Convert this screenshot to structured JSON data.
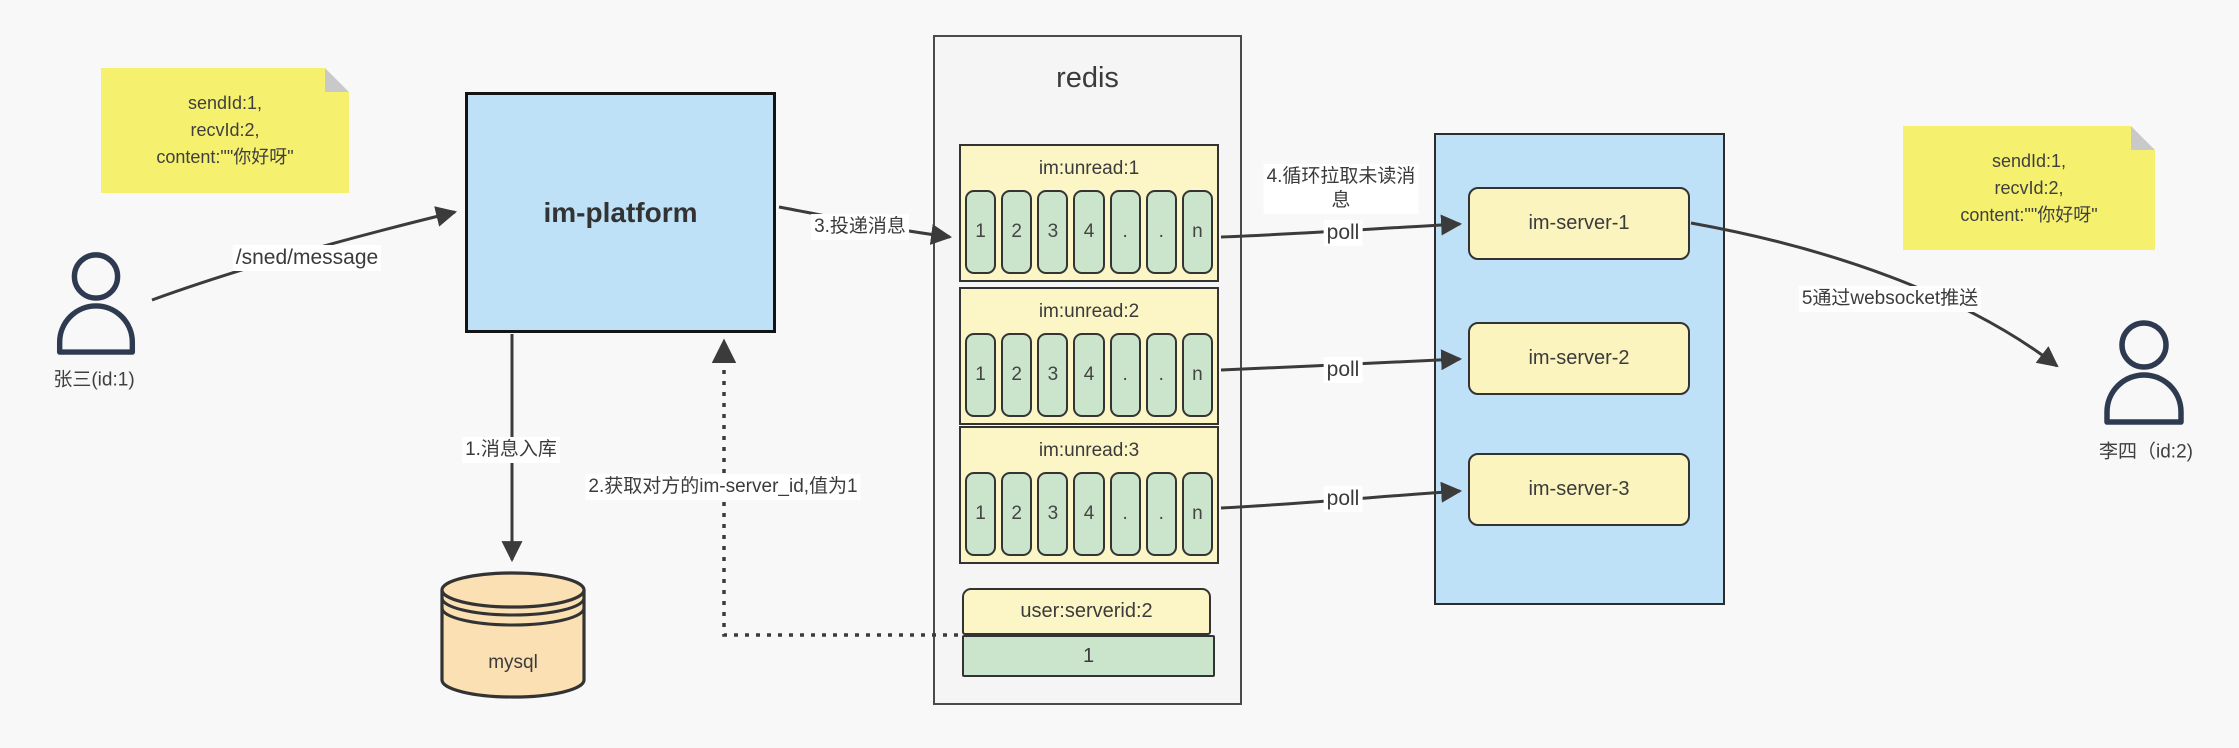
{
  "colors": {
    "canvas_bg": "#f8f8f8",
    "blue_fill": "#bee1f8",
    "yellow_fill": "#fcf5c5",
    "green_fill": "#cbe5cc",
    "sticky_fill": "#f5f06e",
    "mysql_fill": "#fbe0b4",
    "arrow": "#3b3b3b"
  },
  "sender": {
    "label": "张三(id:1)"
  },
  "receiver": {
    "label": "李四（id:2)"
  },
  "note_left": {
    "line1": "sendId:1,",
    "line2": "recvId:2,",
    "line3": "content:\"\"你好呀\""
  },
  "note_right": {
    "line1": "sendId:1,",
    "line2": "recvId:2,",
    "line3": "content:\"\"你好呀\""
  },
  "platform": {
    "label": "im-platform"
  },
  "mysql": {
    "label": "mysql"
  },
  "redis": {
    "title": "redis",
    "queues": [
      {
        "label": "im:unread:1",
        "cells": [
          "1",
          "2",
          "3",
          "4",
          ".",
          ".",
          "n"
        ]
      },
      {
        "label": "im:unread:2",
        "cells": [
          "1",
          "2",
          "3",
          "4",
          ".",
          ".",
          "n"
        ]
      },
      {
        "label": "im:unread:3",
        "cells": [
          "1",
          "2",
          "3",
          "4",
          ".",
          ".",
          "n"
        ]
      }
    ],
    "kv": {
      "label": "user:serverid:2",
      "value": "1"
    }
  },
  "servers": [
    {
      "label": "im-server-1"
    },
    {
      "label": "im-server-2"
    },
    {
      "label": "im-server-3"
    }
  ],
  "labels": {
    "send": "/sned/message",
    "store": "1.消息入库",
    "lookup": "2.获取对方的im-server_id,值为1",
    "deliver": "3.投递消息",
    "pull": "4.循环拉取未读消\n息",
    "poll1": "poll",
    "poll2": "poll",
    "poll3": "poll",
    "push": "5通过websocket推送"
  }
}
